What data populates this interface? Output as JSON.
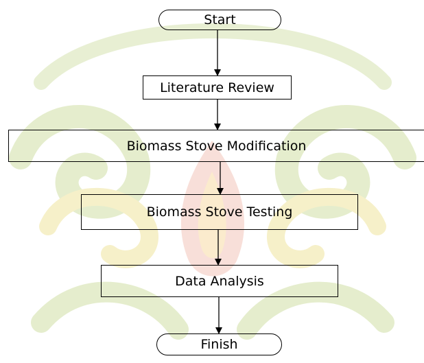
{
  "diagram": {
    "type": "flowchart",
    "nodes": [
      {
        "id": "start",
        "shape": "terminal",
        "label": "Start"
      },
      {
        "id": "literature",
        "shape": "process",
        "label": "Literature Review"
      },
      {
        "id": "modification",
        "shape": "process",
        "label": "Biomass Stove Modification"
      },
      {
        "id": "testing",
        "shape": "process",
        "label": "Biomass Stove Testing"
      },
      {
        "id": "analysis",
        "shape": "process",
        "label": "Data Analysis"
      },
      {
        "id": "finish",
        "shape": "terminal",
        "label": "Finish"
      }
    ],
    "edges": [
      {
        "from": "start",
        "to": "literature"
      },
      {
        "from": "literature",
        "to": "modification"
      },
      {
        "from": "modification",
        "to": "testing"
      },
      {
        "from": "testing",
        "to": "analysis"
      },
      {
        "from": "analysis",
        "to": "finish"
      }
    ]
  },
  "colors": {
    "line": "#000000",
    "text": "#000000",
    "watermark_green": "#dfe9c4",
    "watermark_yellow": "#f6efc4",
    "watermark_pink": "#f7d6cf"
  }
}
